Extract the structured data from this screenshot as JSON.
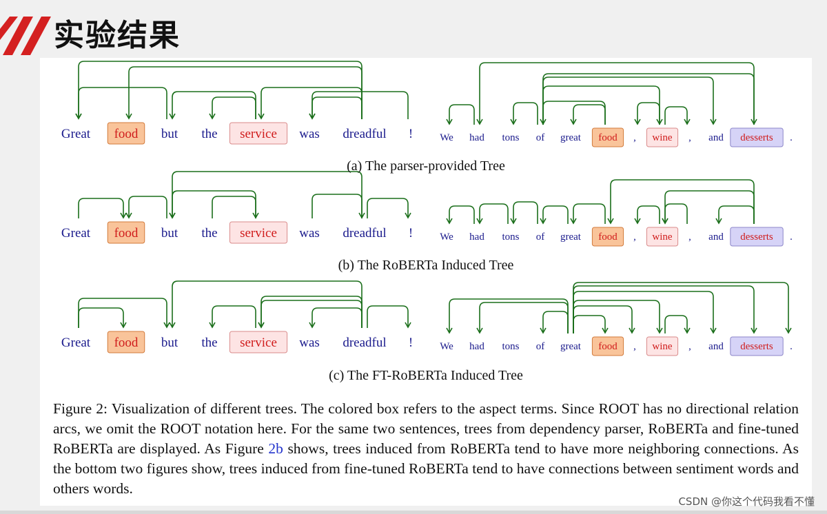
{
  "slide": {
    "title": "实验结果",
    "accent_color": "#d42020",
    "watermark": "CSDN @你这个代码我看不懂"
  },
  "figure": {
    "subcaptions": {
      "a": "(a) The parser-provided Tree",
      "b": "(b) The RoBERTa Induced Tree",
      "c": "(c) The FT-RoBERTa Induced Tree"
    },
    "caption": {
      "part1": "Figure 2: Visualization of different trees. The colored box refers to the aspect terms. Since ROOT has no directional relation arcs, we omit the ROOT notation here. For the same two sentences, trees from dependency parser, RoBERTa and fine-tuned RoBERTa are displayed. As Figure ",
      "ref": "2b",
      "part2": " shows, trees induced from RoBERTa tend to have more neighboring connections. As the bottom two figures show, trees induced from fine-tuned RoBERTa tend to have connections between sentiment words and others words."
    },
    "colors": {
      "arc": "#1a6e1a",
      "word": "#1a1a8c",
      "aspect_food_fill": "#f9c49a",
      "aspect_food_stroke": "#d27a3a",
      "aspect_service_fill": "#fde4e4",
      "aspect_service_stroke": "#d98a8a",
      "aspect_desserts_fill": "#d6d3f7",
      "aspect_desserts_stroke": "#8c86c9",
      "aspect_text": "#d01c1c"
    },
    "sentences": {
      "s1": [
        "Great",
        "food",
        "but",
        "the",
        "service",
        "was",
        "dreadful",
        "!"
      ],
      "s2": [
        "We",
        "had",
        "tons",
        "of",
        "great",
        "food",
        ",",
        "wine",
        ",",
        "and",
        "desserts",
        "."
      ]
    },
    "aspects": {
      "s1": [
        {
          "word": "food",
          "style": "food"
        },
        {
          "word": "service",
          "style": "service"
        }
      ],
      "s2": [
        {
          "word": "food",
          "style": "food"
        },
        {
          "word": "wine",
          "style": "service"
        },
        {
          "word": "desserts",
          "style": "desserts"
        }
      ]
    },
    "trees": [
      {
        "id": "a",
        "s1_arcs": [
          [
            6,
            0
          ],
          [
            6,
            1
          ],
          [
            2,
            0
          ],
          [
            4,
            2
          ],
          [
            4,
            3
          ],
          [
            6,
            4
          ],
          [
            7,
            5
          ],
          [
            6,
            5
          ]
        ],
        "s2_arcs": [
          [
            10,
            1
          ],
          [
            1,
            0
          ],
          [
            3,
            2
          ],
          [
            5,
            3
          ],
          [
            5,
            4
          ],
          [
            3,
            7
          ],
          [
            3,
            10
          ],
          [
            3,
            9
          ],
          [
            7,
            6
          ],
          [
            7,
            8
          ]
        ]
      },
      {
        "id": "b",
        "s1_arcs": [
          [
            0,
            1
          ],
          [
            2,
            1
          ],
          [
            6,
            2
          ],
          [
            4,
            2
          ],
          [
            3,
            4
          ],
          [
            5,
            6
          ],
          [
            6,
            7
          ]
        ],
        "s2_arcs": [
          [
            1,
            0
          ],
          [
            2,
            1
          ],
          [
            3,
            2
          ],
          [
            4,
            3
          ],
          [
            5,
            4
          ],
          [
            10,
            5
          ],
          [
            7,
            6
          ],
          [
            8,
            7
          ],
          [
            10,
            7
          ],
          [
            10,
            9
          ]
        ]
      },
      {
        "id": "c",
        "s1_arcs": [
          [
            0,
            1
          ],
          [
            0,
            2
          ],
          [
            6,
            2
          ],
          [
            6,
            4
          ],
          [
            4,
            3
          ],
          [
            6,
            4
          ],
          [
            6,
            5
          ],
          [
            6,
            7
          ]
        ],
        "s2_arcs": [
          [
            4,
            0
          ],
          [
            4,
            1
          ],
          [
            4,
            3
          ],
          [
            4,
            5
          ],
          [
            4,
            10
          ],
          [
            4,
            7
          ],
          [
            7,
            8
          ],
          [
            4,
            9
          ],
          [
            4,
            6
          ],
          [
            4,
            11
          ]
        ]
      }
    ]
  }
}
